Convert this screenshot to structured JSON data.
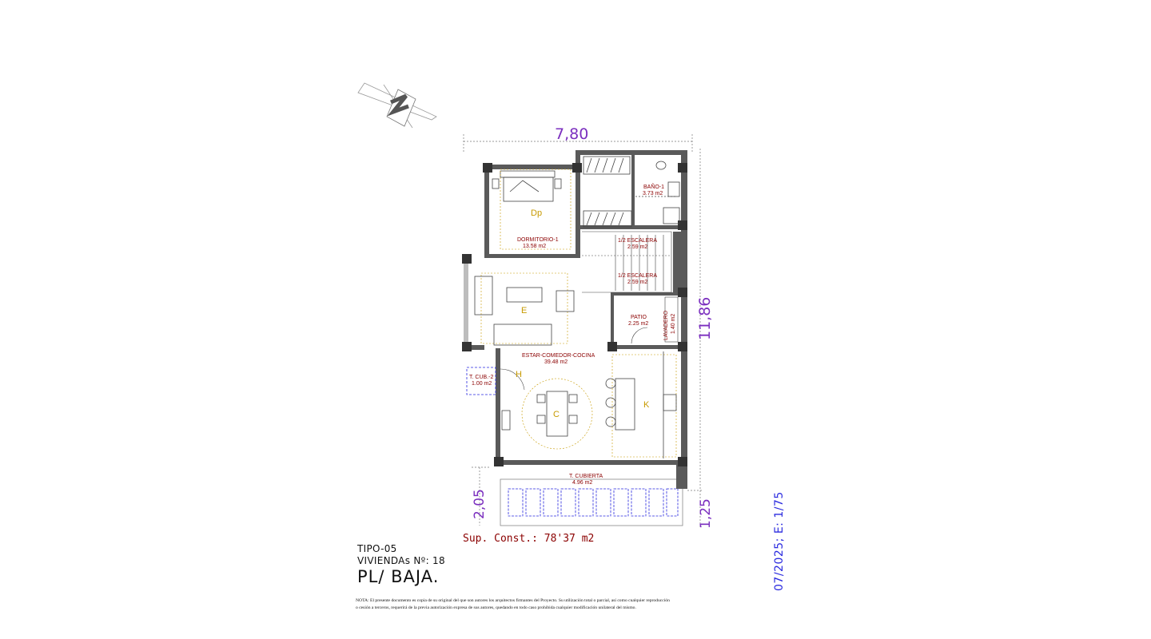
{
  "dimensions": {
    "width": "7,80",
    "height": "11,86",
    "front_depth": "2,05",
    "side_depth": "1,25"
  },
  "rooms": {
    "bano": {
      "name": "BAÑO-1",
      "area": "3.73 m2"
    },
    "dormitorio": {
      "name": "DORMITORIO-1",
      "area": "13.58 m2"
    },
    "escalera_1": {
      "name": "1/2 ESCALERA",
      "area": "2.59 m2"
    },
    "escalera_2": {
      "name": "1/2 ESCALERA",
      "area": "2.59 m2"
    },
    "patio": {
      "name": "PATIO",
      "area": "2.25 m2"
    },
    "lavadero": {
      "name": "LAVADERO",
      "area": "1.40 m2"
    },
    "estar": {
      "name": "ESTAR-COMEDOR-COCINA",
      "area": "39.48 m2"
    },
    "tcub2": {
      "name": "T. CUB.-2",
      "area": "1.00 m2"
    },
    "tcubierta": {
      "name": "T. CUBIERTA",
      "area": "4.96 m2"
    }
  },
  "zones": {
    "dp": "Dp",
    "e": "E",
    "h": "H",
    "c": "C",
    "k": "K"
  },
  "superficie": "Sup. Const.: 78'37 m2",
  "title": {
    "tipo": "TIPO-05",
    "viviendas": "VIVIENDAs Nº: 18",
    "planta": "PL/ BAJA."
  },
  "note": "NOTA: El presente documento es copia de su original del que son autores los arquitectos firmantes del Proyecto. Su utilización total o parcial, así como cualquier reproducción o cesión a terceros, requerirá de la previa autorización expresa de sus autores, quedando en todo caso prohibida cualquier modificación unilateral del mismo.",
  "date_scale": "07/2025; E: 1/75",
  "colors": {
    "dimension": "#7b2fbf",
    "room_label": "#8b0000",
    "zone_letter": "#c79a00",
    "wall": "#555555",
    "terrace": "#2a2adf"
  }
}
